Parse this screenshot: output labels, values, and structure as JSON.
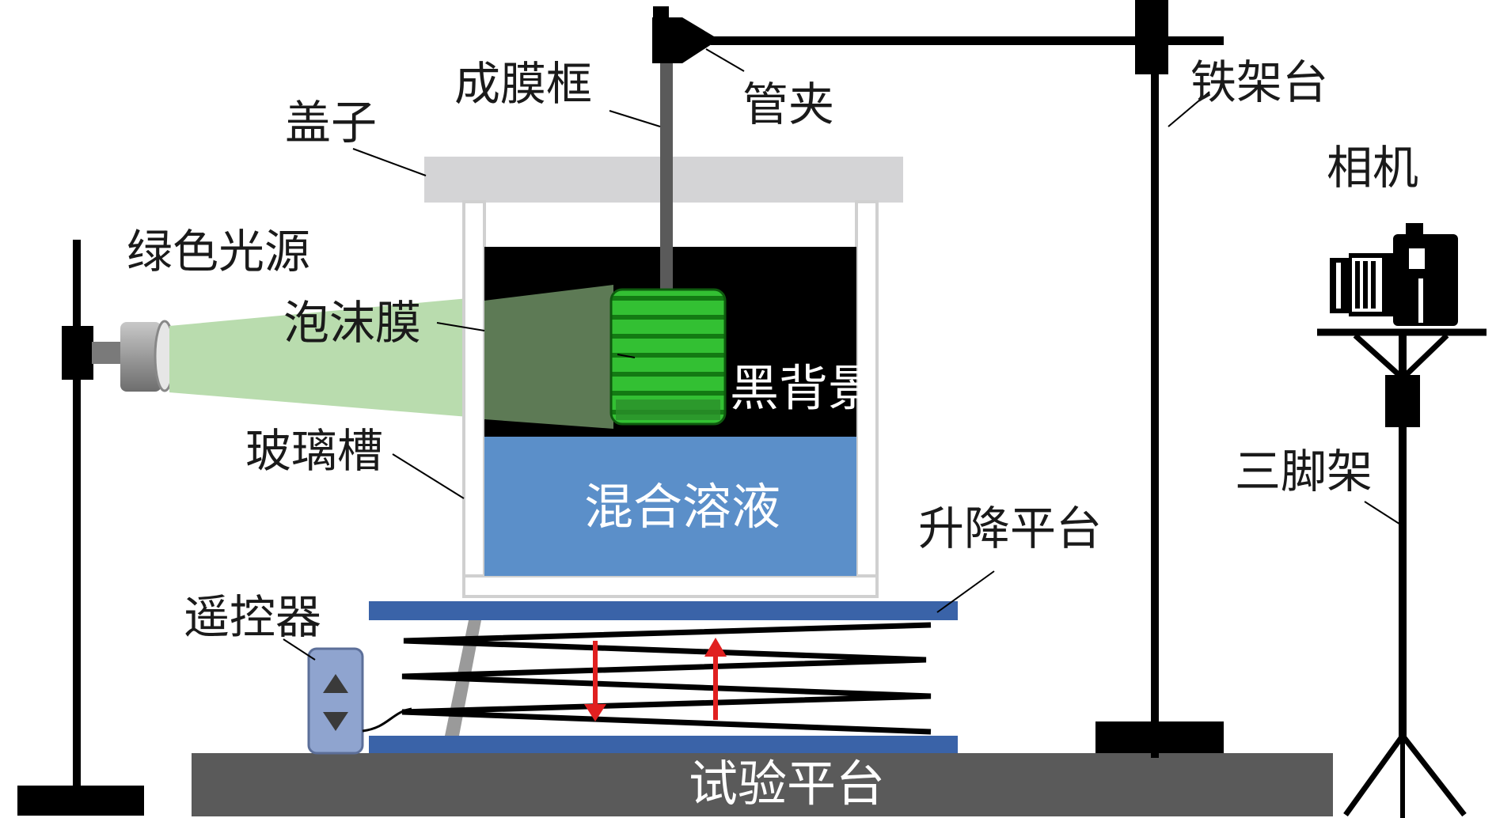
{
  "labels": {
    "lid": "盖子",
    "film_frame": "成膜框",
    "pipe_clamp": "管夹",
    "iron_stand": "铁架台",
    "camera": "相机",
    "green_light": "绿色光源",
    "foam_film": "泡沫膜",
    "black_background": "黑背景",
    "glass_tank": "玻璃槽",
    "mixed_solution": "混合溶液",
    "lift_platform": "升降平台",
    "remote": "遥控器",
    "tripod": "三脚架",
    "test_platform": "试验平台"
  },
  "colors": {
    "solution_blue": "#5b8fc9",
    "platform_blue": "#3a63a8",
    "lid_gray": "#d4d4d6",
    "test_platform_gray": "#5a5a5a",
    "black": "#000000",
    "film_green": "#2fb52f",
    "light_beam": "#b9dcae",
    "arrow_red": "#e02020",
    "remote_blue": "#8fa4cf"
  },
  "icons": [
    "camera-icon",
    "light-source-icon",
    "remote-control-icon",
    "up-arrow-icon",
    "down-arrow-icon"
  ]
}
